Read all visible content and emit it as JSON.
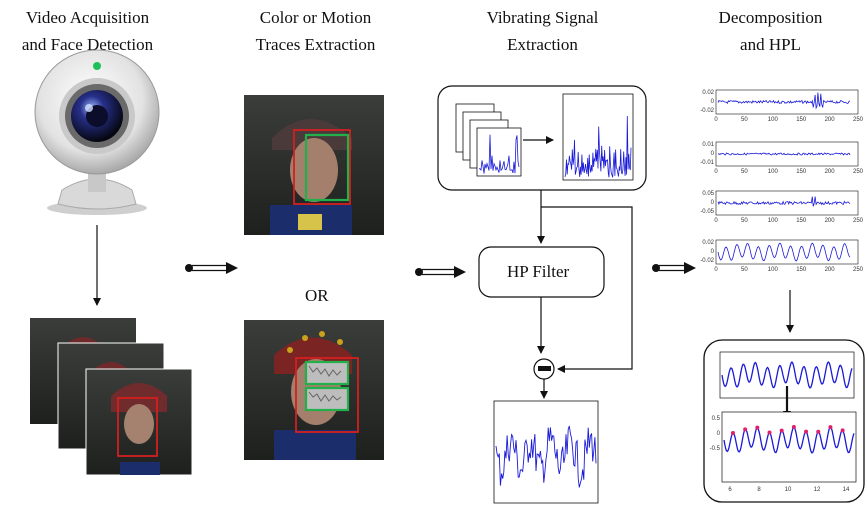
{
  "headers": [
    {
      "line1": "Video Acquisition",
      "line2": "and Face Detection"
    },
    {
      "line1": "Color or Motion",
      "line2": "Traces Extraction"
    },
    {
      "line1": "Vibrating Signal",
      "line2": "Extraction"
    },
    {
      "line1": "Decomposition",
      "line2": "and HPL"
    }
  ],
  "or_label": "OR",
  "filter_label": "HP Filter",
  "subtract_symbol": "−",
  "decomposition_plots": [
    {
      "ticks_y": [
        "0.02",
        "0",
        "-0.02"
      ]
    },
    {
      "ticks_y": [
        "0.01",
        "0",
        "-0.01"
      ]
    },
    {
      "ticks_y": [
        "0.05",
        "0",
        "-0.05"
      ]
    },
    {
      "ticks_y": [
        "0.02",
        "0",
        "-0.02"
      ]
    }
  ],
  "decomposition_ticks_x": [
    "0",
    "50",
    "100",
    "150",
    "200",
    "250"
  ],
  "hpl_bottom_ticks_x": [
    "6",
    "8",
    "10",
    "12",
    "14"
  ],
  "hpl_bottom_ticks_y": [
    "0.5",
    "0",
    "-0.5"
  ],
  "colors": {
    "signal": "#1a1ad8",
    "face_box": "#d42020",
    "roi_box": "#22b04a",
    "peaks": "#e0206a",
    "arrow": "#111111"
  }
}
